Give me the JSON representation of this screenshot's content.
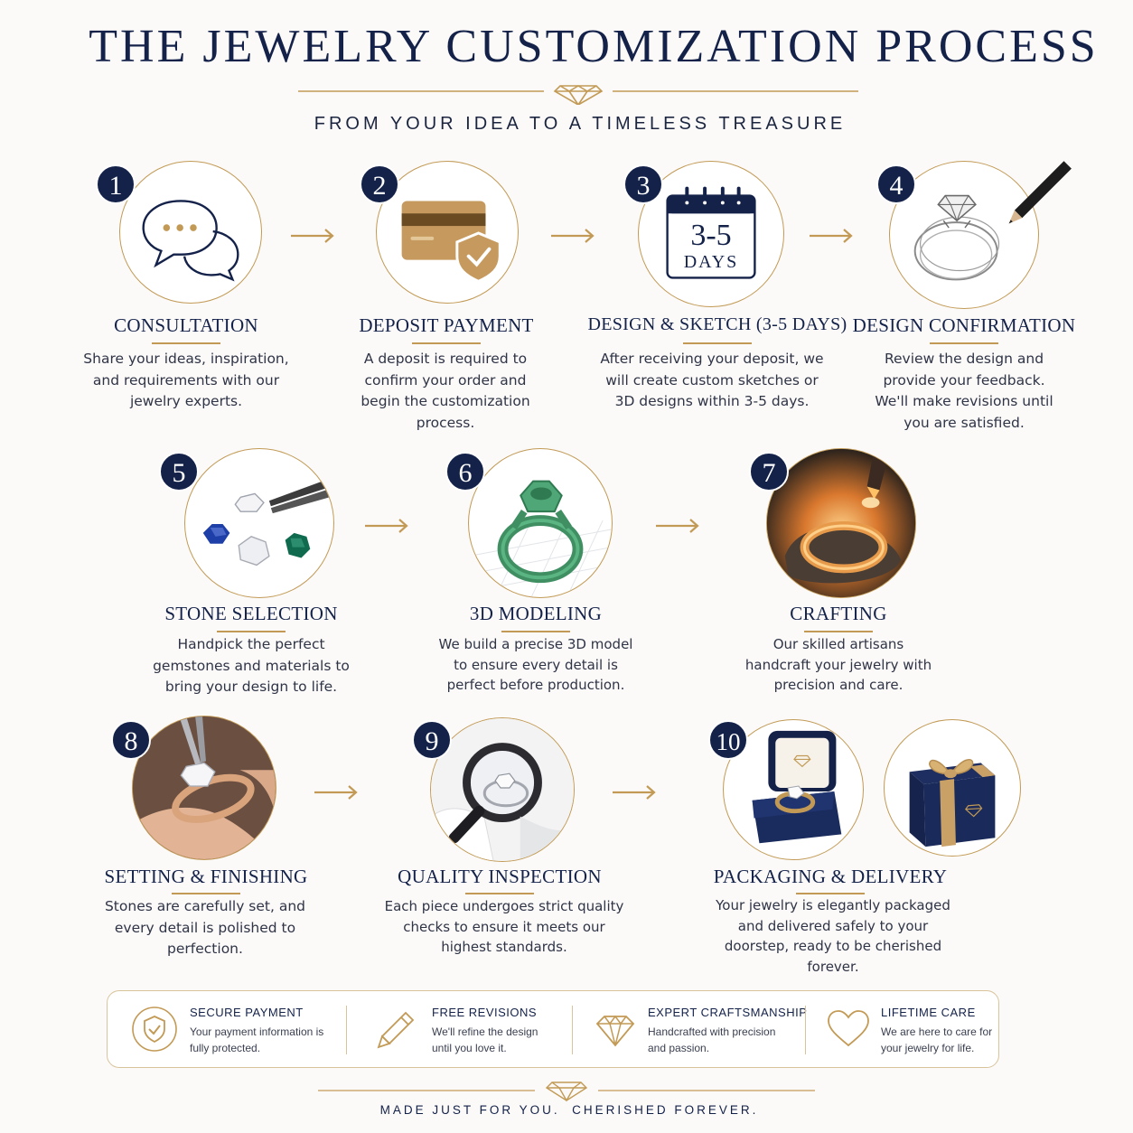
{
  "header": {
    "title": "THE JEWELRY CUSTOMIZATION PROCESS",
    "subtitle": "FROM YOUR IDEA TO A TIMELESS TREASURE"
  },
  "colors": {
    "navy": "#14224a",
    "gold": "#c29a55",
    "background": "#fbfaf8"
  },
  "steps": [
    {
      "number": "1",
      "title": "CONSULTATION",
      "description": "Share your ideas, inspiration, and requirements with our jewelry experts.",
      "icon": "chat-bubbles-icon"
    },
    {
      "number": "2",
      "title": "DEPOSIT PAYMENT",
      "description": "A deposit is required to confirm your order and begin the customization process.",
      "icon": "credit-card-shield-icon"
    },
    {
      "number": "3",
      "title": "DESIGN & SKETCH (3-5 DAYS)",
      "description": "After receiving your deposit, we will create custom sketches or 3D designs within 3-5 days.",
      "icon": "calendar-icon",
      "calendar_value": "3-5",
      "calendar_unit": "DAYS"
    },
    {
      "number": "4",
      "title": "DESIGN CONFIRMATION",
      "description": "Review the design and provide your feedback. We'll make revisions until you are satisfied.",
      "icon": "ring-sketch-pencil-icon"
    },
    {
      "number": "5",
      "title": "STONE SELECTION",
      "description": "Handpick the perfect gemstones and materials to bring your design to life.",
      "icon": "gemstones-tweezers-icon"
    },
    {
      "number": "6",
      "title": "3D MODELING",
      "description": "We build a precise 3D model to ensure every detail is perfect before production.",
      "icon": "3d-ring-model-icon"
    },
    {
      "number": "7",
      "title": "CRAFTING",
      "description": "Our skilled artisans handcraft your jewelry with precision and care.",
      "icon": "ring-torch-crafting-icon"
    },
    {
      "number": "8",
      "title": "SETTING & FINISHING",
      "description": "Stones are carefully set, and every detail is polished to perfection.",
      "icon": "ring-setting-tweezers-icon"
    },
    {
      "number": "9",
      "title": "QUALITY INSPECTION",
      "description": "Each piece undergoes strict quality checks to ensure it meets our highest standards.",
      "icon": "magnifier-ring-icon"
    },
    {
      "number": "10",
      "title": "PACKAGING & DELIVERY",
      "description": "Your jewelry is elegantly packaged and delivered safely to your doorstep, ready to be cherished forever.",
      "icon": "ring-box-gift-icon"
    }
  ],
  "features": [
    {
      "title": "SECURE PAYMENT",
      "description": "Your payment information is fully protected.",
      "icon": "shield-check-icon"
    },
    {
      "title": "FREE REVISIONS",
      "description": "We'll refine the design until you love it.",
      "icon": "pencil-icon"
    },
    {
      "title": "EXPERT CRAFTSMANSHIP",
      "description": "Handcrafted with precision and passion.",
      "icon": "diamond-icon"
    },
    {
      "title": "LIFETIME CARE",
      "description": "We are here to care for your jewelry for life.",
      "icon": "heart-icon"
    }
  ],
  "footer": {
    "tagline": "MADE JUST FOR YOU.  CHERISHED FOREVER."
  }
}
